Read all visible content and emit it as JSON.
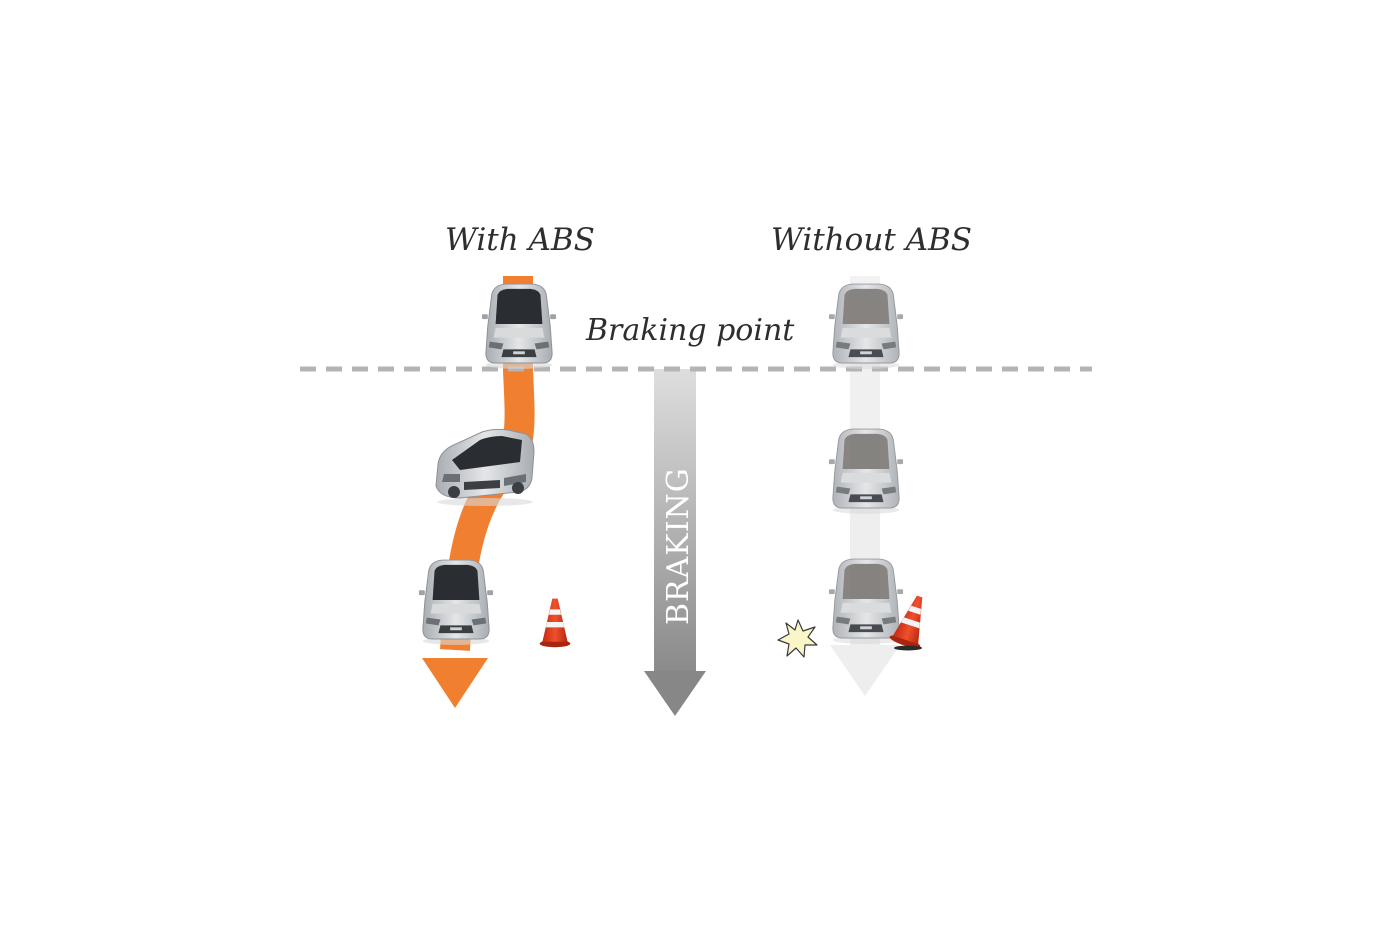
{
  "labels": {
    "with_abs": "With ABS",
    "without_abs": "Without ABS",
    "braking_point": "Braking point",
    "braking": "BRAKING"
  },
  "colors": {
    "abs_path": "#f08030",
    "braking_arrow_top": "#dcdcdc",
    "braking_arrow_bottom": "#8a8a8a",
    "no_abs_path": "#efefef",
    "dashed_line": "#b4b4b4",
    "car_body": "#c9ccd0",
    "car_glass": "#2a2d31",
    "ghost_car_glass": "#7d7a77",
    "cone": "#e8381c",
    "impact_star": "#fbf6c8"
  },
  "icons": {
    "cars": "car-top-view-icon",
    "cone": "traffic-cone-icon",
    "impact": "impact-burst-icon"
  }
}
